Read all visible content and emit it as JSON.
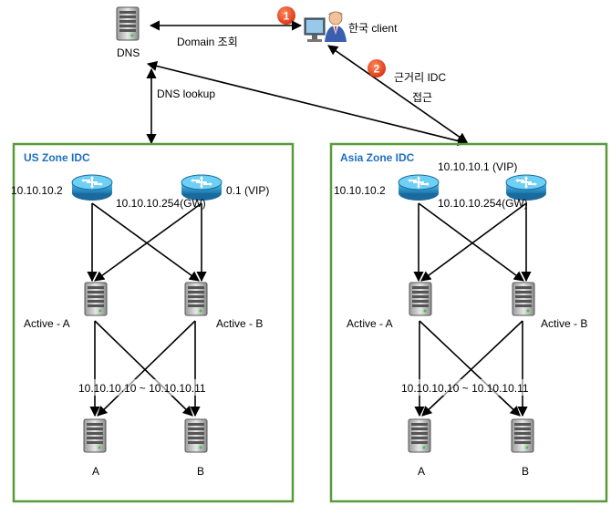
{
  "colors": {
    "zone_border": "#5a9a3a",
    "zone_title": "#1f6fc1",
    "badge": "#e8401c",
    "router": "#2a8fc4",
    "arrow": "#000000"
  },
  "top": {
    "dns_label": "DNS",
    "client_label": "한국 client",
    "domain_query": "Domain 조회",
    "dns_lookup": "DNS lookup",
    "nearest_idc_line1": "근거리 IDC",
    "nearest_idc_line2": "접근",
    "badge1": "1",
    "badge2": "2"
  },
  "zones": [
    {
      "title": "US Zone IDC",
      "router_left_ip": "10.10.10.2",
      "router_right_ip": "0.1 (VIP)",
      "gateway_ip": "10.10.10.254(GW)",
      "vip_top": "",
      "active_left": "Active - A",
      "active_right": "Active - B",
      "range": "10.10.10.10 ~ 10.10.10.11",
      "server_left": "A",
      "server_right": "B"
    },
    {
      "title": "Asia Zone IDC",
      "router_left_ip": "10.10.10.2",
      "router_right_ip": "",
      "gateway_ip": "10.10.10.254(GW)",
      "vip_top": "10.10.10.1 (VIP)",
      "active_left": "Active - A",
      "active_right": "Active - B",
      "range": "10.10.10.10 ~ 10.10.10.11",
      "server_left": "A",
      "server_right": "B"
    }
  ],
  "icons": {
    "dns": "server-icon",
    "client": "user-computer-icon",
    "router": "router-icon",
    "server": "server-icon"
  }
}
